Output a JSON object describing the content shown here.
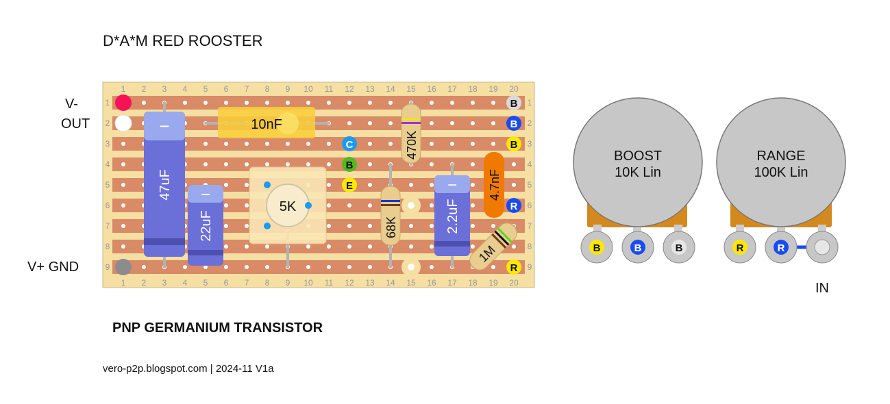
{
  "title": "D*A*M RED ROOSTER",
  "subtitle": "PNP GERMANIUM TRANSISTOR",
  "footer": "vero-p2p.blogspot.com  |  2024-11 V1a",
  "side_labels": {
    "v_minus": "V-",
    "out": "OUT",
    "v_plus_gnd": "V+ GND",
    "in": "IN"
  },
  "column_numbers": [
    "1",
    "2",
    "3",
    "4",
    "5",
    "6",
    "7",
    "8",
    "9",
    "10",
    "11",
    "12",
    "13",
    "14",
    "15",
    "16",
    "17",
    "18",
    "19",
    "20"
  ],
  "row_numbers": [
    "1",
    "2",
    "3",
    "4",
    "5",
    "6",
    "7",
    "8",
    "9"
  ],
  "components": {
    "cap_47uf": "47uF",
    "cap_22uf": "22uF",
    "cap_10nf": "10nF",
    "trimmer_5k": "5K",
    "res_470k": "470K",
    "res_68k": "68K",
    "cap_2_2uf": "2.2uF",
    "cap_4_7nf": "4.7nF",
    "res_1m": "1M",
    "polarity_mark": "−"
  },
  "transistor_pins": {
    "collector": "C",
    "base": "B",
    "emitter": "E"
  },
  "board_wire_markers": {
    "row1": "B",
    "row2": "B",
    "row3": "B",
    "row6": "R",
    "row9": "R"
  },
  "pots": [
    {
      "name": "BOOST",
      "value": "10K Lin",
      "lugs": [
        "B",
        "B",
        "B"
      ]
    },
    {
      "name": "RANGE",
      "value": "100K Lin",
      "lugs": [
        "R",
        "R",
        ""
      ]
    }
  ],
  "colors": {
    "board": "#f5dfa3",
    "strip": "#d98a66",
    "electrolytic": "#6b6fd8",
    "film_cap": "#f9cf3a",
    "ceramic_cap": "#f07a00",
    "resistor_body": "#e8cd8f",
    "pot_body": "#c7c7c7",
    "pot_base": "#d4891f",
    "marker_yellow": "#ffe800",
    "marker_blue": "#1a4bf0",
    "marker_grey": "#d9d9d9",
    "marker_green": "#54b824",
    "marker_cyan": "#1a9bf0",
    "power_red": "#f51257",
    "gnd_grey": "#8c8c8c"
  }
}
